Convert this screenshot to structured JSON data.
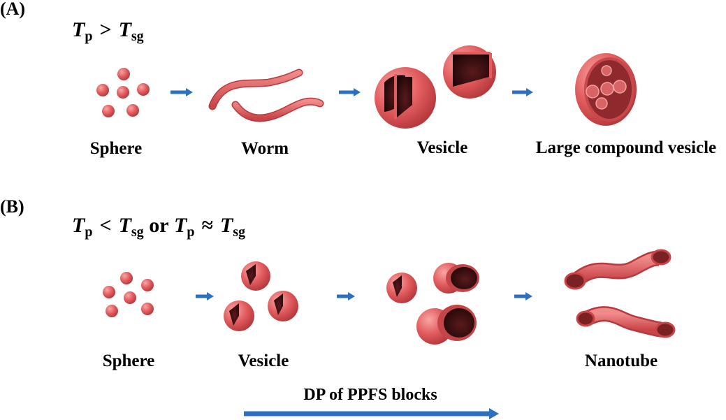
{
  "panel_a": {
    "letter": "(A)",
    "condition": {
      "t": "T",
      "p": "p",
      "op": ">",
      "sg": "sg"
    },
    "labels": {
      "sphere": "Sphere",
      "worm": "Worm",
      "vesicle": "Vesicle",
      "large_compound_vesicle": "Large compound vesicle"
    }
  },
  "panel_b": {
    "letter": "(B)",
    "condition": {
      "t": "T",
      "p": "p",
      "op1": "<",
      "sg": "sg",
      "or": "or",
      "op2": "≈"
    },
    "labels": {
      "sphere": "Sphere",
      "vesicle": "Vesicle",
      "nanotube": "Nanotube"
    }
  },
  "axis": {
    "label": "DP of PPFS blocks"
  },
  "colors": {
    "particle": "#e0575a",
    "interior": "#2a0a0b",
    "arrow": "#2e6fbf"
  }
}
